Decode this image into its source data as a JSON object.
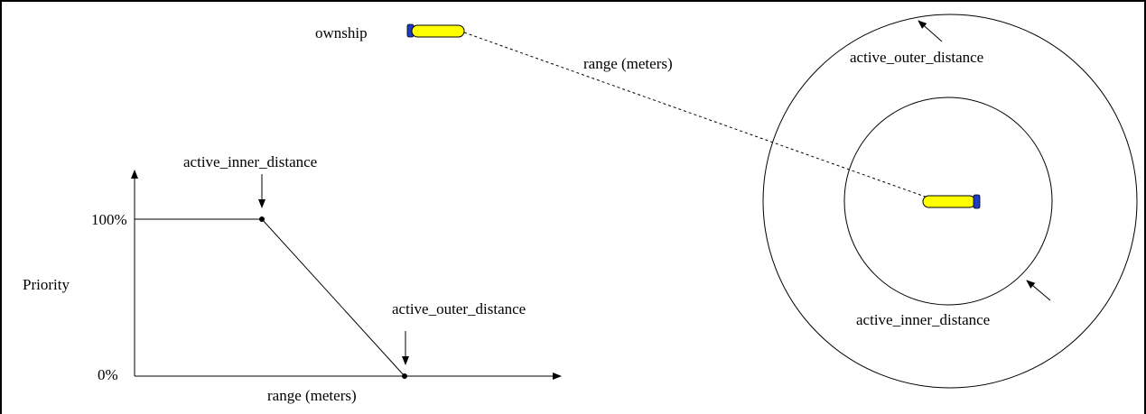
{
  "colors": {
    "frame": "#000000",
    "vehicle_body": "#ffff00",
    "vehicle_nose": "#1f3cc8",
    "line": "#000000",
    "background": "#ffffff"
  },
  "top_scene": {
    "ownship_label": "ownship",
    "range_label": "range (meters)",
    "outer_circle_label": "active_outer_distance",
    "inner_circle_label": "active_inner_distance",
    "ownship_icon": "vehicle-icon",
    "contact_icon": "vehicle-icon"
  },
  "priority_graph": {
    "y_label": "Priority",
    "y_tick_high": "100%",
    "y_tick_low": "0%",
    "x_label": "range (meters)",
    "inner_point_label": "active_inner_distance",
    "outer_point_label": "active_outer_distance",
    "points": [
      {
        "range": "0",
        "priority": 100
      },
      {
        "range": "active_inner_distance",
        "priority": 100
      },
      {
        "range": "active_outer_distance",
        "priority": 0
      }
    ]
  }
}
